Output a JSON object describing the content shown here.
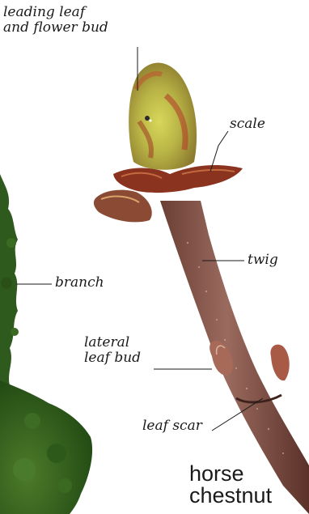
{
  "labels": {
    "leading_bud": [
      "leading leaf",
      "and flower bud"
    ],
    "scale": "scale",
    "twig": "twig",
    "branch": "branch",
    "lateral_bud": [
      "lateral",
      "leaf bud"
    ],
    "leaf_scar": "leaf scar"
  },
  "title": [
    "horse",
    "chestnut"
  ]
}
